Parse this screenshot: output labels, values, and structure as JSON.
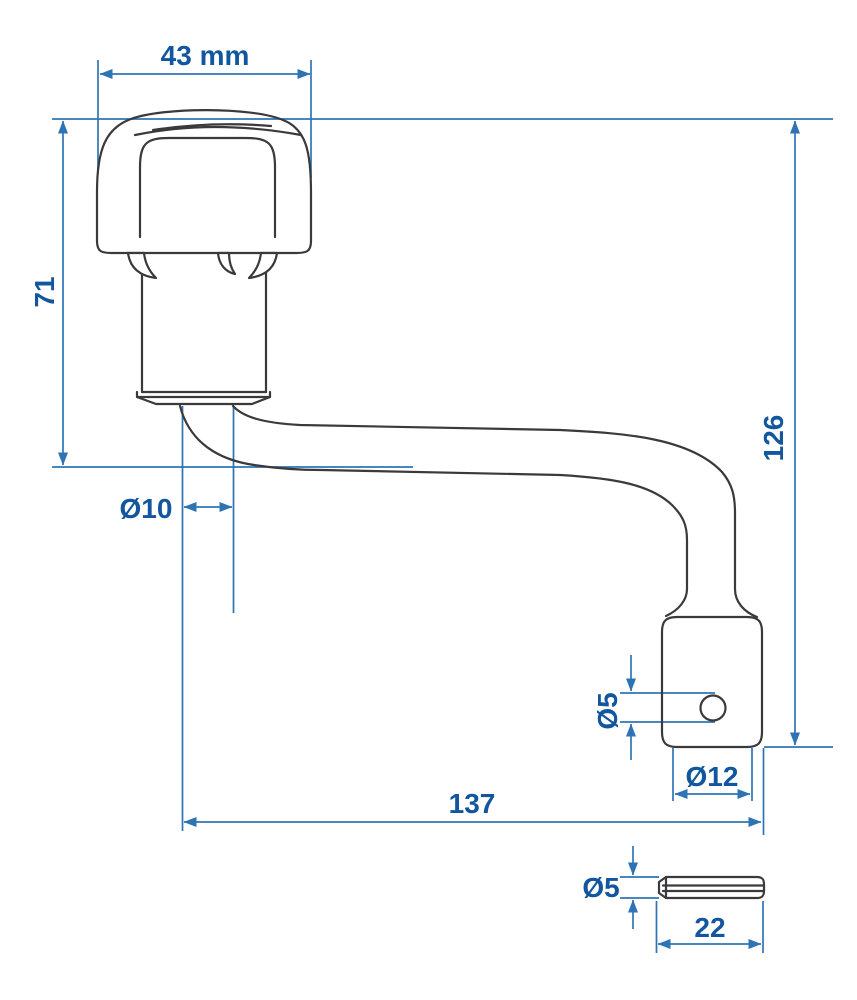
{
  "drawing": {
    "type": "technical-dimension-drawing",
    "subject": "crank handle with socket and fixing pin",
    "colors": {
      "dimension_lines": "#2e74b5",
      "dimension_text": "#11569e",
      "part_outline": "#3a3a3c",
      "background": "#ffffff"
    },
    "labels": {
      "knob_width": "43 mm",
      "knob_height": "71",
      "crank_height": "126",
      "arm_diameter": "Ø10",
      "socket_hole_diameter": "Ø5",
      "socket_bore_diameter": "Ø12",
      "arm_length": "137",
      "pin_diameter": "Ø5",
      "pin_length": "22"
    }
  }
}
